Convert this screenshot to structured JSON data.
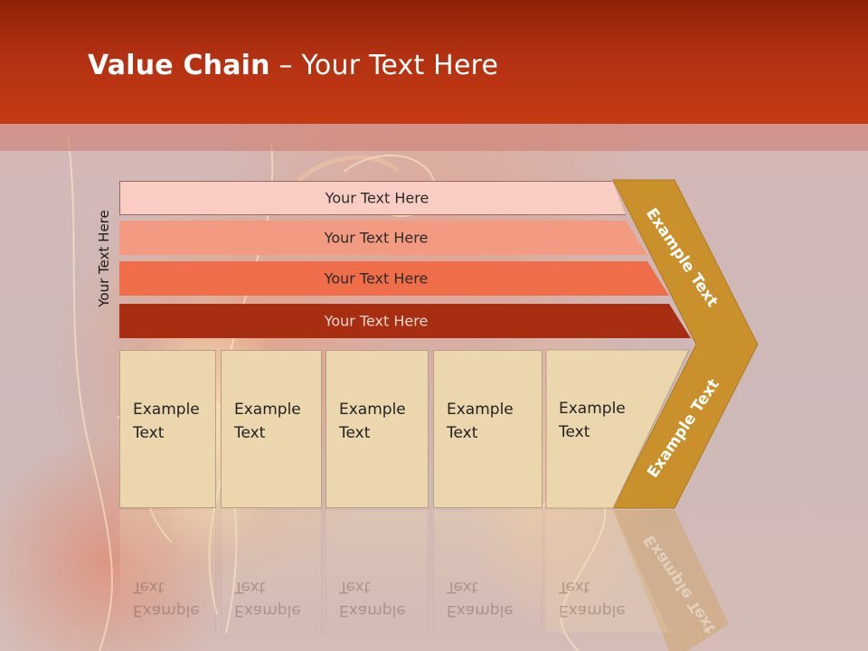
{
  "title": {
    "bold": "Value Chain",
    "rest": " – Your Text Here"
  },
  "vertical_label": "Your Text Here",
  "bars": [
    {
      "label": "Your Text Here",
      "color": "#f9cdc4"
    },
    {
      "label": "Your Text Here",
      "color": "#f39b82"
    },
    {
      "label": "Your Text Here",
      "color": "#ef6d48"
    },
    {
      "label": "Your Text Here",
      "color": "#a82e12"
    }
  ],
  "boxes": [
    {
      "line1": "Example",
      "line2": "Text"
    },
    {
      "line1": "Example",
      "line2": "Text"
    },
    {
      "line1": "Example",
      "line2": "Text"
    },
    {
      "line1": "Example",
      "line2": "Text"
    },
    {
      "line1": "Example",
      "line2": "Text"
    }
  ],
  "chevron": {
    "top_label": "Example Text",
    "bottom_label": "Example Text",
    "color": "#c9902c"
  },
  "colors": {
    "header": "#b23112",
    "box": "#ecd6ae"
  }
}
